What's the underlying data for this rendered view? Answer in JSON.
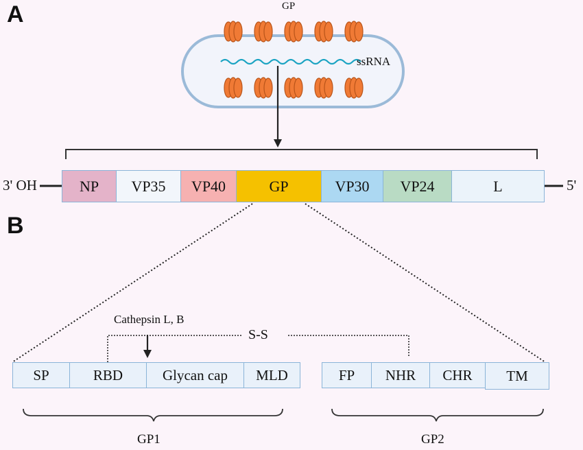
{
  "panels": {
    "a": "A",
    "b": "B"
  },
  "virion": {
    "gp_label": "GP",
    "rna_label": "ssRNA"
  },
  "genome": {
    "left_end": "3' OH",
    "right_end": "5'",
    "genes": [
      {
        "label": "NP",
        "color": "#e4b3c9"
      },
      {
        "label": "VP35",
        "color": "#f2f6fb"
      },
      {
        "label": "VP40",
        "color": "#f6b1b1"
      },
      {
        "label": "GP",
        "color": "#f5c100"
      },
      {
        "label": "VP30",
        "color": "#acd8f2"
      },
      {
        "label": "VP24",
        "color": "#b9dbc4"
      },
      {
        "label": "L",
        "color": "#ebf3fa"
      }
    ]
  },
  "gp_structure": {
    "cleavage_label": "Cathepsin L, B",
    "disulfide_label": "S-S",
    "gp1_domains": [
      "SP",
      "RBD",
      "Glycan cap",
      "MLD"
    ],
    "gp2_domains": [
      "FP",
      "NHR",
      "CHR",
      "TM"
    ],
    "gp1_label": "GP1",
    "gp2_label": "GP2"
  },
  "colors": {
    "membrane": "#9bbad8",
    "membrane_fill": "#f2f4fb",
    "rna": "#1aa3c2",
    "spike": "#f07a35",
    "spike_stroke": "#b8541a"
  }
}
